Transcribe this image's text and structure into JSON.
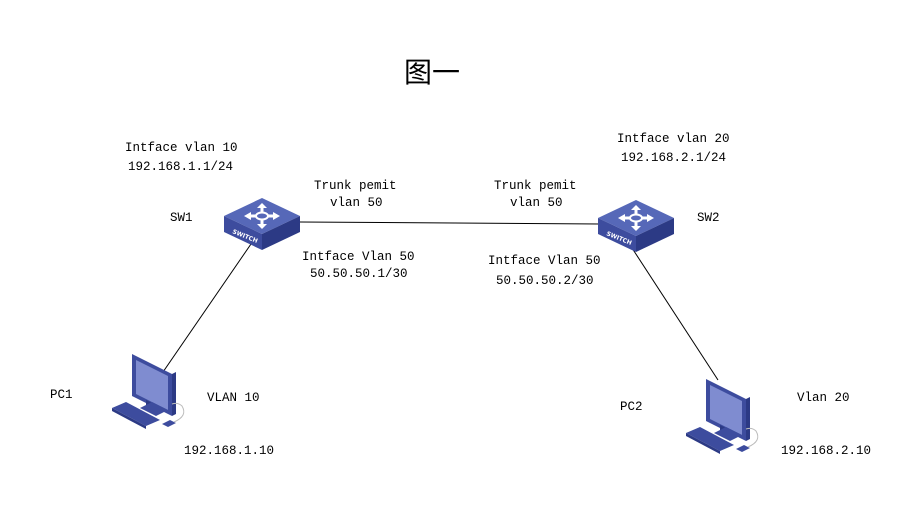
{
  "title": "图一",
  "devices": {
    "sw1": {
      "name": "SW1",
      "icon": "switch-icon",
      "icon_text": "SWITCH",
      "iface_line1": "Intface vlan 10",
      "iface_line2": "192.168.1.1/24",
      "vlan50_line1": "Intface Vlan 50",
      "vlan50_line2": "50.50.50.1/30",
      "trunk_line1": "Trunk pemit",
      "trunk_line2": "vlan 50"
    },
    "sw2": {
      "name": "SW2",
      "icon": "switch-icon",
      "icon_text": "SWITCH",
      "iface_line1": "Intface vlan 20",
      "iface_line2": "192.168.2.1/24",
      "vlan50_line1": "Intface Vlan 50",
      "vlan50_line2": "50.50.50.2/30",
      "trunk_line1": "Trunk pemit",
      "trunk_line2": "vlan 50"
    },
    "pc1": {
      "name": "PC1",
      "icon": "pc-icon",
      "vlan": "VLAN 10",
      "ip": "192.168.1.10"
    },
    "pc2": {
      "name": "PC2",
      "icon": "pc-icon",
      "vlan": "Vlan 20",
      "ip": "192.168.2.10"
    }
  },
  "colors": {
    "device_body": "#3d4c9e",
    "device_top": "#5668b8",
    "device_screen": "#7f8cd0",
    "link": "#000000"
  }
}
